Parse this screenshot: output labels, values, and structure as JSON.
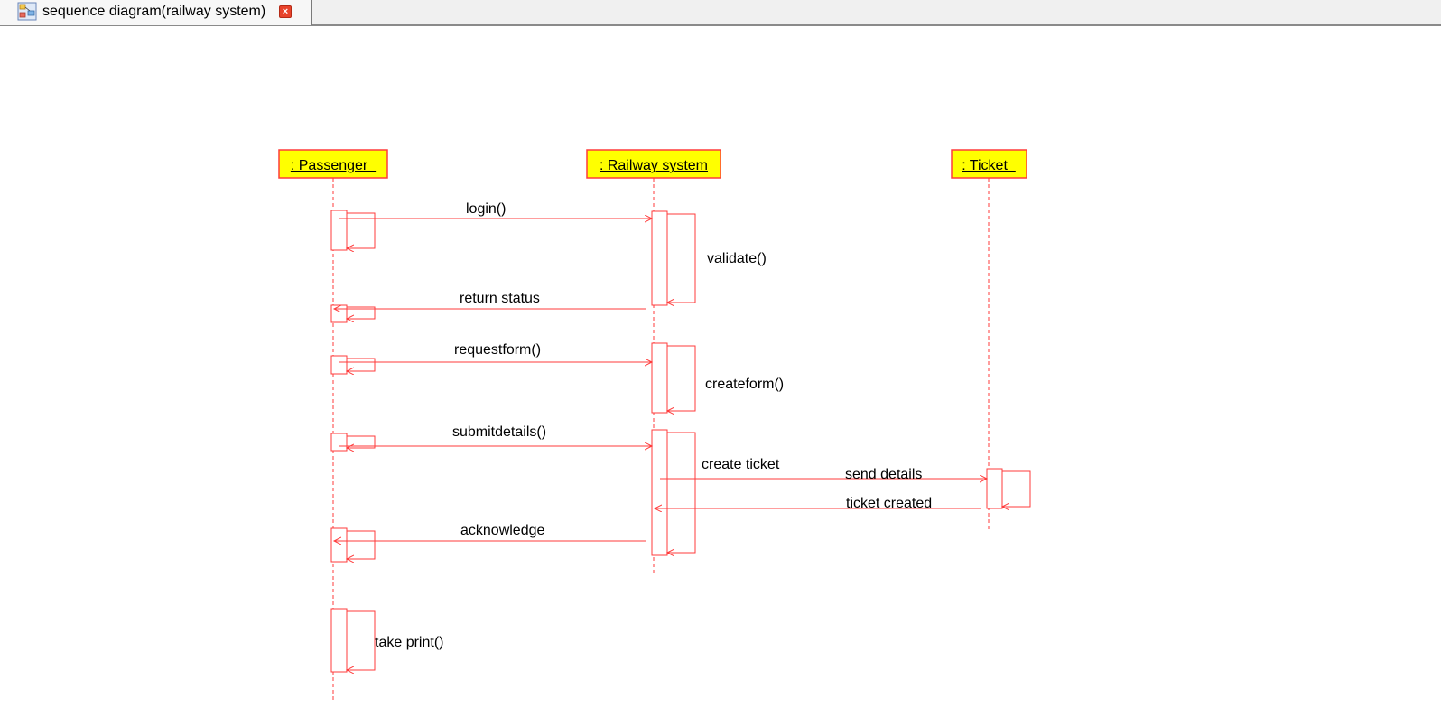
{
  "tab": {
    "title": "sequence diagram(railway system)",
    "icon": "diagram-icon",
    "close_icon": "close-icon"
  },
  "diagram": {
    "lifelines": [
      {
        "id": "passenger",
        "label": ": Passenger_"
      },
      {
        "id": "railway",
        "label": ": Railway system"
      },
      {
        "id": "ticket",
        "label": ": Ticket_"
      }
    ],
    "messages": [
      {
        "from": "passenger",
        "to": "railway",
        "label": "login()"
      },
      {
        "from": "railway",
        "to": "railway",
        "label": "validate()"
      },
      {
        "from": "railway",
        "to": "passenger",
        "label": "return status"
      },
      {
        "from": "passenger",
        "to": "railway",
        "label": "requestform()"
      },
      {
        "from": "railway",
        "to": "railway",
        "label": "createform()"
      },
      {
        "from": "passenger",
        "to": "railway",
        "label": "submitdetails()"
      },
      {
        "from": "railway",
        "to": "railway",
        "label": "create ticket"
      },
      {
        "from": "railway",
        "to": "ticket",
        "label": "send details"
      },
      {
        "from": "ticket",
        "to": "railway",
        "label": "ticket created"
      },
      {
        "from": "railway",
        "to": "passenger",
        "label": "acknowledge"
      },
      {
        "from": "passenger",
        "to": "passenger",
        "label": "take print()"
      }
    ],
    "colors": {
      "line": "#ff3b3b",
      "lifeline_fill": "#ffff00",
      "lifeline_border": "#ff3b3b",
      "text": "#000000"
    }
  }
}
